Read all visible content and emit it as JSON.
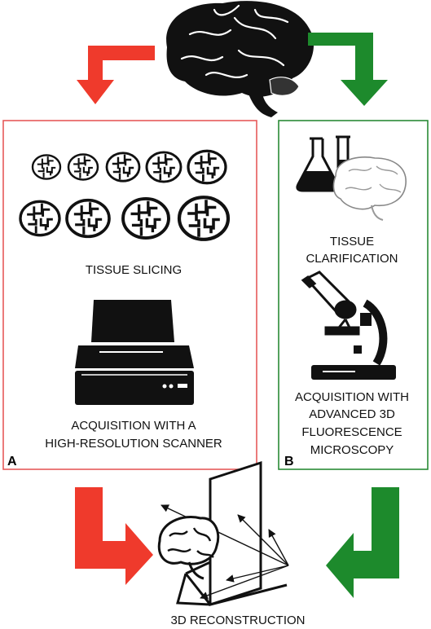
{
  "colors": {
    "red": "#ef3a2c",
    "green": "#1d8a2c",
    "panel_a_border": "#e65a5a",
    "panel_b_border": "#2a8a36",
    "ink": "#111111"
  },
  "icons": [
    "brain-icon",
    "brain-slice-icon",
    "scanner-icon",
    "lab-flask-icon",
    "test-tube-icon",
    "microscope-icon",
    "3d-reconstruction-icon"
  ],
  "panel_a": {
    "letter": "A",
    "step1": "TISSUE SLICING",
    "step2_line1": "ACQUISITION WITH A",
    "step2_line2": "HIGH-RESOLUTION SCANNER"
  },
  "panel_b": {
    "letter": "B",
    "step1_line1": "TISSUE",
    "step1_line2": "CLARIFICATION",
    "step2_line1": "ACQUISITION WITH",
    "step2_line2": "ADVANCED 3D",
    "step2_line3": "FLUORESCENCE",
    "step2_line4": "MICROSCOPY"
  },
  "result": {
    "label": "3D RECONSTRUCTION"
  }
}
